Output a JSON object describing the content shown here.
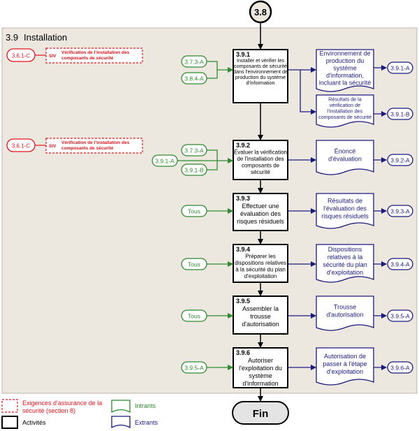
{
  "start_circle": "3.8",
  "end_label": "Fin",
  "section": {
    "number": "3.9",
    "title": "Installation"
  },
  "colors": {
    "panel": "#ECE8E0",
    "red": "#E8141B",
    "green": "#2E8B2E",
    "navy": "#1C1A7E",
    "black": "#000000"
  },
  "siv_refs": [
    {
      "ref": "3.6.1-C",
      "tag": "SIV",
      "text": [
        "Vérification de l'installation des",
        "composants de sécurité"
      ]
    },
    {
      "ref": "3.6.1-C",
      "tag": "SIV",
      "text": [
        "Vérification de l'installation des",
        "composants de sécurité"
      ]
    }
  ],
  "activities": [
    {
      "id": "3.9.1",
      "lines": [
        "Installer et vérifier les",
        "composants de sécurité",
        "dans l'environnement de",
        "production du système",
        "d'information"
      ]
    },
    {
      "id": "3.9.2",
      "lines": [
        "Évaluer la vérification",
        "de l'installation des",
        "composants de",
        "sécurité"
      ]
    },
    {
      "id": "3.9.3",
      "lines": [
        "Effectuer une",
        "évaluation des",
        "risques résiduels"
      ]
    },
    {
      "id": "3.9.4",
      "lines": [
        "Préparer les",
        "dispositions relatives",
        "à la sécurité du plan",
        "d'exploitation"
      ]
    },
    {
      "id": "3.9.5",
      "lines": [
        "Assembler la",
        "trousse",
        "d'autorisation"
      ]
    },
    {
      "id": "3.9.6",
      "lines": [
        "Autoriser",
        "l'exploitation du",
        "système",
        "d'information"
      ]
    }
  ],
  "inputs": {
    "a1": [
      "3.7.3-A",
      "3.8.4-A"
    ],
    "a2": [
      "3.9.1-A",
      "3.7.3-A",
      "3.9.1-B"
    ],
    "a3": [
      "Tous"
    ],
    "a4": [
      "Tous"
    ],
    "a5": [
      "Tous"
    ],
    "a6": [
      "3.9.5-A"
    ]
  },
  "outputs": [
    {
      "lines": [
        "Environnement de",
        "production du",
        "système",
        "d'information,",
        "incluant la sécurité"
      ],
      "ref": "3.9.1-A"
    },
    {
      "lines": [
        "Résultats de la",
        "vérification de",
        "l'installation des",
        "composants de sécurité"
      ],
      "ref": "3.9.1-B"
    },
    {
      "lines": [
        "Énoncé",
        "d'évaluation"
      ],
      "ref": "3.9.2-A"
    },
    {
      "lines": [
        "Résultats de",
        "l'évaluation des",
        "risques résiduels"
      ],
      "ref": "3.9.3-A"
    },
    {
      "lines": [
        "Dispositions",
        "relatives à la",
        "sécurité du plan",
        "d'exploitation"
      ],
      "ref": "3.9.4-A"
    },
    {
      "lines": [
        "Trousse",
        "d'autorisation"
      ],
      "ref": "3.9.5-A"
    },
    {
      "lines": [
        "Autorisation de",
        "passer à l'étape",
        "d'exploitation"
      ],
      "ref": "3.9.6-A"
    }
  ],
  "legend": {
    "assurance": [
      "Exigences d'assurance de la",
      "sécurité (section 8)"
    ],
    "activities": "Activités",
    "inputs": "Intrants",
    "outputs": "Extrants"
  }
}
